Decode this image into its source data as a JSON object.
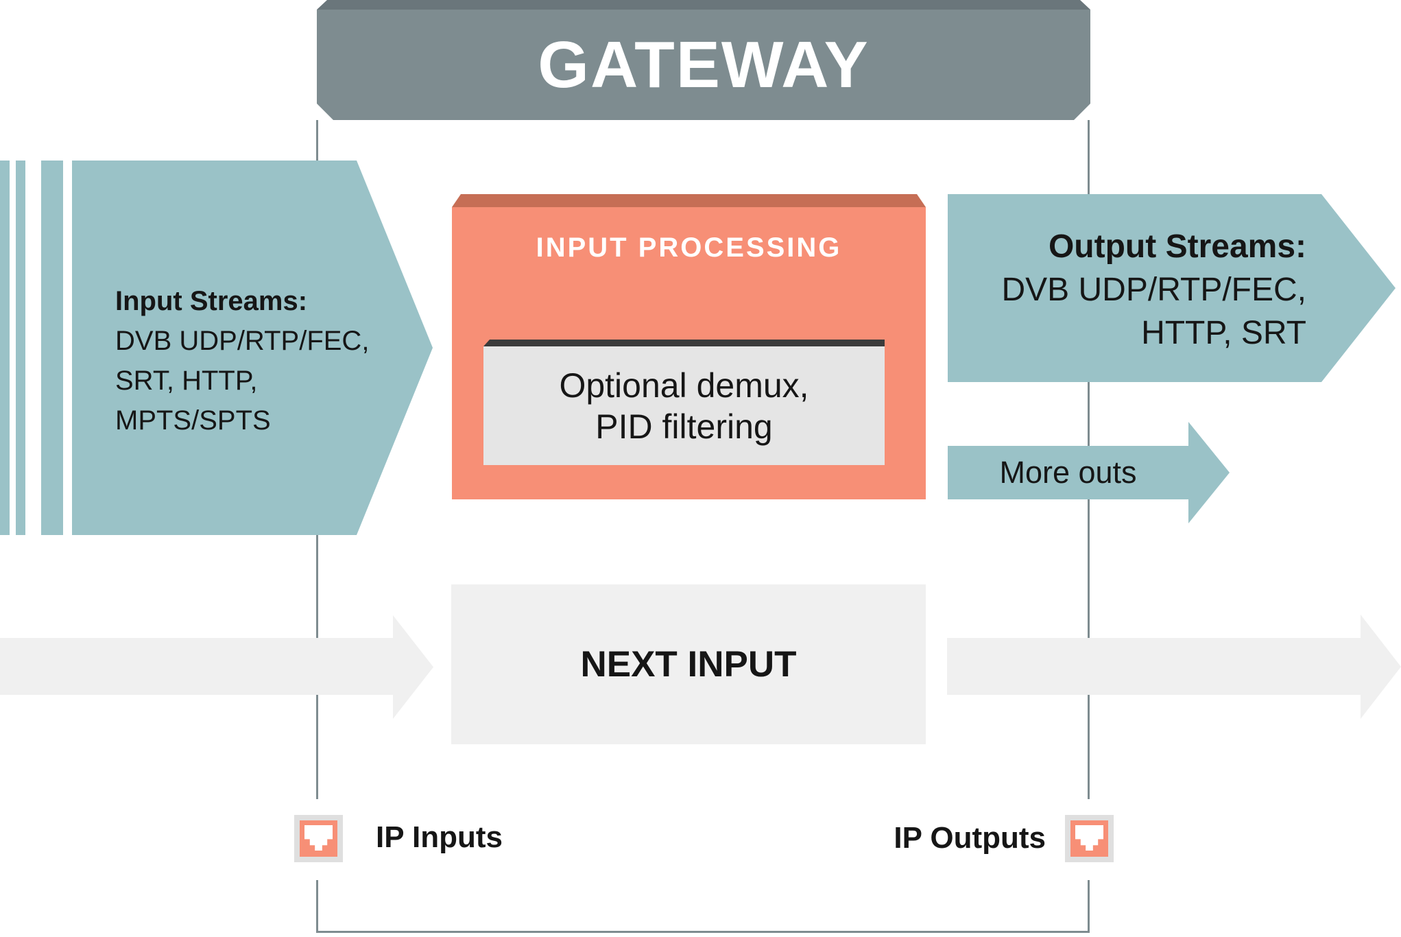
{
  "title": "GATEWAY",
  "colors": {
    "teal": "#9AC2C7",
    "salmon": "#F78F76",
    "salmon_dark": "#C66E55",
    "header": "#7E8C90",
    "header_dark": "#6A767B",
    "flow_gray": "#F0F0F0",
    "demux_face": "#E5E5E5",
    "demux_strip": "#3B3B3B",
    "icon_border": "#DFDFDF",
    "frame": "#7E8C90",
    "text": "#161616"
  },
  "input_streams": {
    "heading": "Input Streams:",
    "lines": [
      "DVB UDP/RTP/FEC,",
      "SRT, HTTP,",
      "MPTS/SPTS"
    ]
  },
  "input_processing": {
    "title": "INPUT PROCESSING",
    "demux": {
      "line1": "Optional demux,",
      "line2": "PID filtering"
    }
  },
  "output_streams": {
    "heading": "Output Streams:",
    "lines": [
      "DVB UDP/RTP/FEC,",
      "HTTP, SRT"
    ]
  },
  "more_outs": {
    "label": "More outs"
  },
  "next_input": {
    "label": "NEXT INPUT"
  },
  "io_labels": {
    "inputs": "IP Inputs",
    "outputs": "IP Outputs"
  }
}
